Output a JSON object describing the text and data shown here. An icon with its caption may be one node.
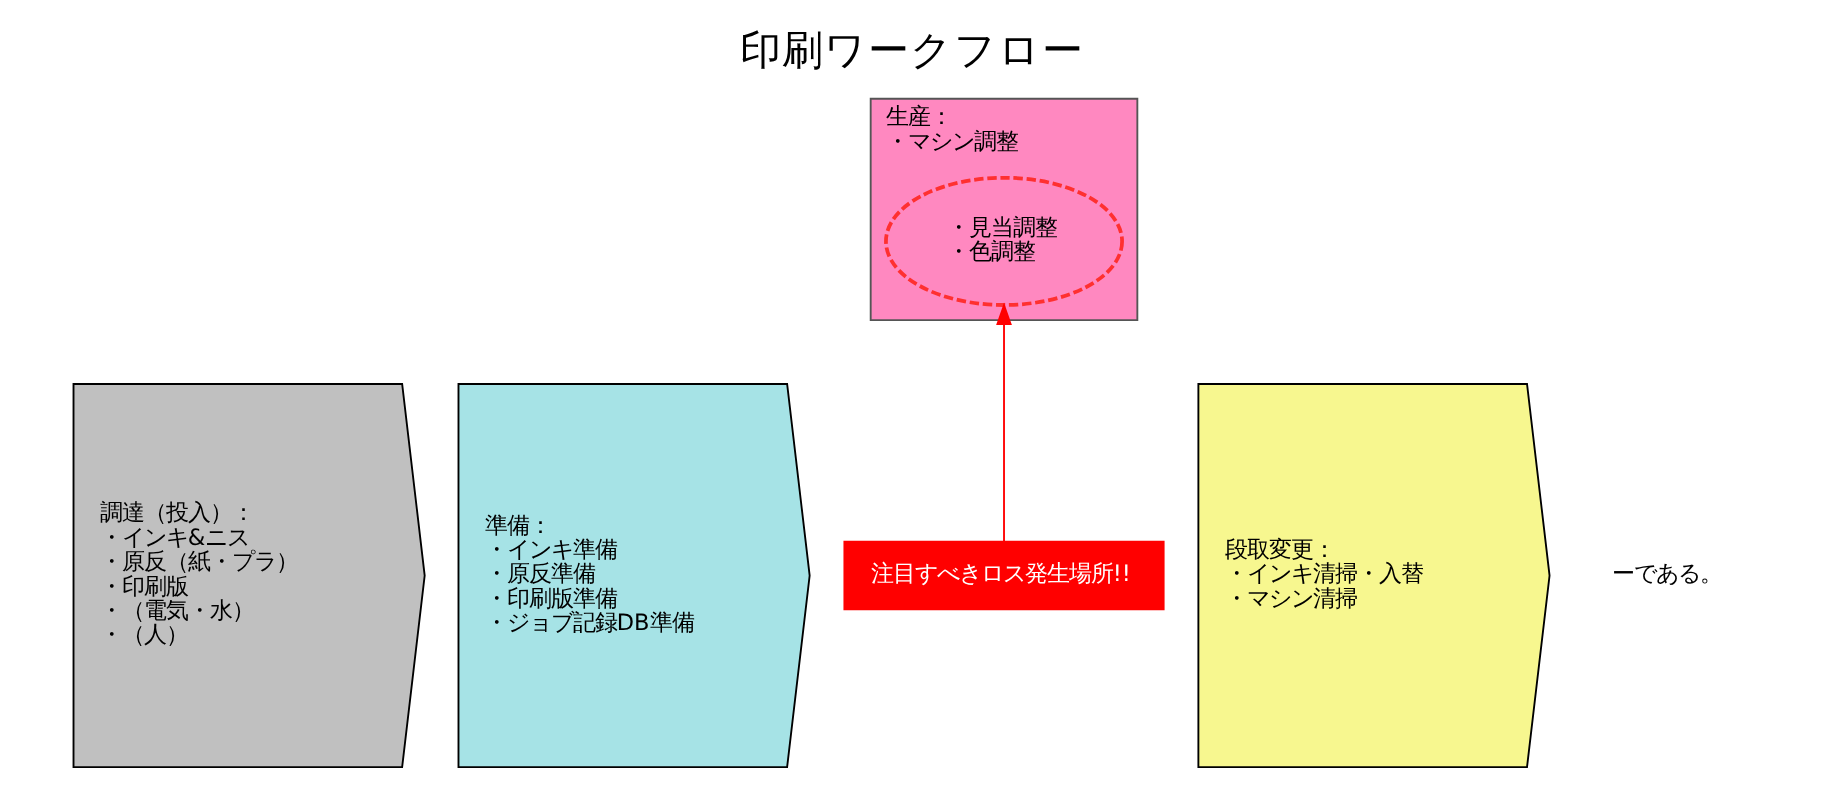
{
  "diagram": {
    "title": "印刷ワークフロー",
    "nodes": [
      {
        "text": [
          "調達（投入）：",
          "・インキ&ニス",
          "・原反（紙・プラ）",
          "・印刷版",
          "・（電気・水）",
          "・（人）"
        ]
      },
      {
        "text": [
          "準備：",
          "・インキ準備",
          "・原反準備",
          "・印刷版準備",
          "・ジョブ記録DB準備"
        ]
      },
      {
        "text": [
          "生産：",
          "・マシン調整"
        ]
      },
      {
        "text": [
          "段取変更：",
          "・インキ清掃・入替",
          "・マシン清掃"
        ]
      },
      {
        "text": [
          "・見当調整",
          "・色調整"
        ],
        "in": 2
      },
      {
        "text": [
          "注目すべきロス発生場所!!"
        ]
      }
    ],
    "edges": [
      {
        "from": 5,
        "to": 4,
        "arrow": "to",
        "color": "#ff0000"
      }
    ],
    "labels": [
      "ーである。"
    ]
  }
}
